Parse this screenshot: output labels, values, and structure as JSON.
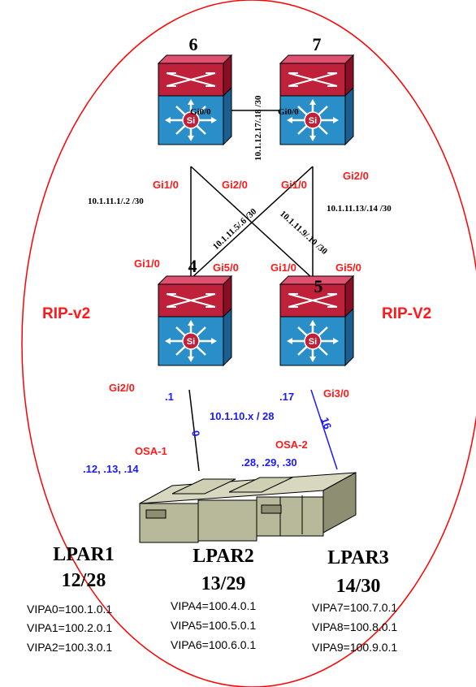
{
  "switches": {
    "s6": {
      "label": "6"
    },
    "s7": {
      "label": "7"
    },
    "s4": {
      "label": "4"
    },
    "s5": {
      "label": "5"
    },
    "logo": "Si"
  },
  "links": {
    "l67": {
      "if_a": "Gi0/0",
      "if_b": "Gi0/0",
      "subnet": "10.1.12.17/.18 /30"
    },
    "l64": {
      "if_top": "Gi1/0",
      "if_bottom": "Gi1/0",
      "subnet": "10.1.11.1/.2 /30"
    },
    "l65": {
      "if_top": "Gi2/0",
      "if_bottom": "Gi1/0",
      "subnet": "10.1.11.9/.10 /30"
    },
    "l74": {
      "if_top": "Gi1/0",
      "if_bottom": "Gi5/0",
      "subnet": "10.1.11.5/.6 /30"
    },
    "l75": {
      "if_top": "Gi2/0",
      "if_bottom": "Gi5/0",
      "subnet": "10.1.11.13/.14 /30"
    }
  },
  "protocols": {
    "left": "RIP-v2",
    "right": "RIP-V2"
  },
  "lan": {
    "s4_if": "Gi2/0",
    "s5_if": "Gi3/0",
    "s4_ip": ".1",
    "s5_ip": ".17",
    "subnet": "10.1.10.x / 28",
    "seg_left": "0",
    "seg_right": "16"
  },
  "osa": {
    "osa1": {
      "label": "OSA-1",
      "ips": ".12, .13, .14"
    },
    "osa2": {
      "label": "OSA-2",
      "ips": ".28, .29, .30"
    }
  },
  "lpars": [
    {
      "name": "LPAR1",
      "mask": "12/28",
      "vipas": [
        "VIPA0=100.1.0.1",
        "VIPA1=100.2.0.1",
        "VIPA2=100.3.0.1"
      ]
    },
    {
      "name": "LPAR2",
      "mask": "13/29",
      "vipas": [
        "VIPA4=100.4.0.1",
        "VIPA5=100.5.0.1",
        "VIPA6=100.6.0.1"
      ]
    },
    {
      "name": "LPAR3",
      "mask": "14/30",
      "vipas": [
        "VIPA7=100.7.0.1",
        "VIPA8=100.8.0.1",
        "VIPA9=100.9.0.1"
      ]
    }
  ],
  "colors": {
    "boundary": "#ff0000",
    "switch_top": "#c0213a",
    "switch_body": "#2a8fc9",
    "label_red": "#ff1a1a",
    "label_blue": "#1a1aff",
    "mainframe": "#b8b89a"
  }
}
